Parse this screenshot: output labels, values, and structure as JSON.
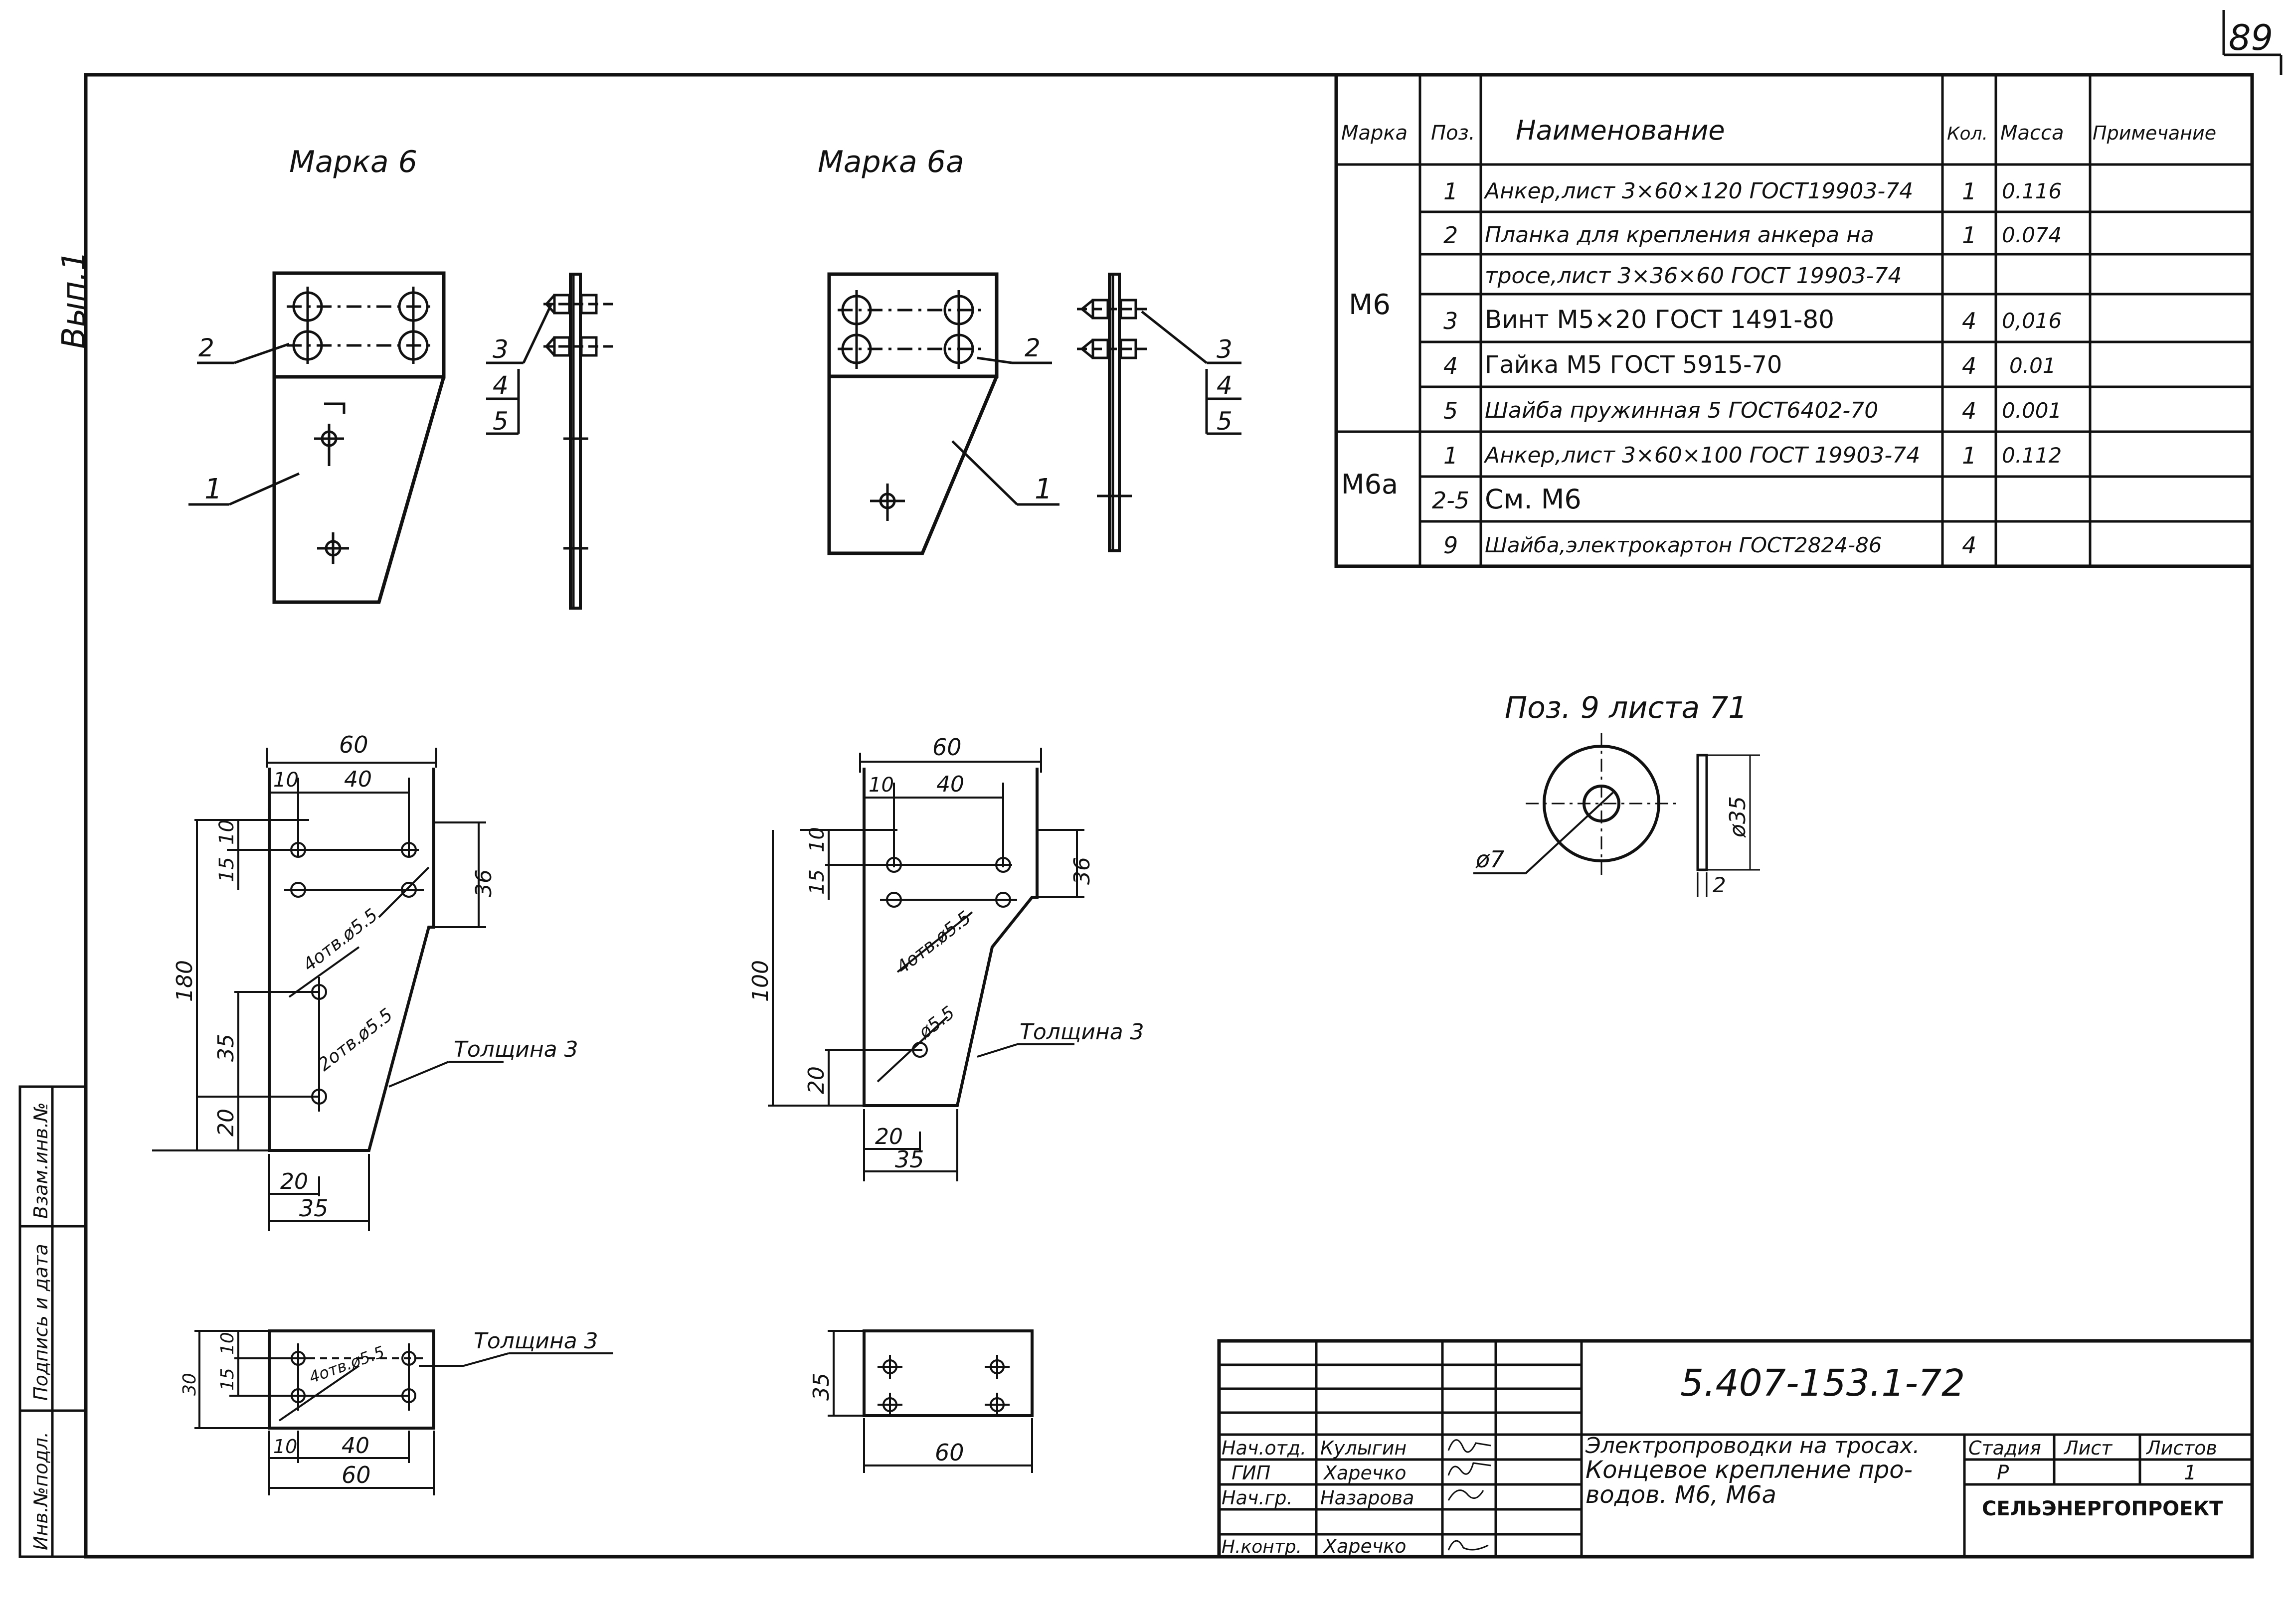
{
  "sheet": {
    "page_number": "89",
    "side_label": "Вып.1",
    "side_stamp": [
      "Инв.№подл.",
      "Подпись и дата",
      "Взам.инв.№"
    ]
  },
  "marks": {
    "m6_title": "Марка 6",
    "m6a_title": "Марка 6а",
    "thickness": "Толщина 3",
    "callouts": {
      "p1": "1",
      "p2": "2",
      "p3": "3",
      "p4": "4",
      "p5": "5"
    }
  },
  "dims": {
    "w60": "60",
    "d10": "10",
    "d40": "40",
    "d15": "15",
    "d36": "36",
    "h180": "180",
    "h100": "100",
    "d35": "35",
    "d20": "20",
    "d30": "30",
    "holes4": "4отв.ø5.5",
    "holes2": "2отв.ø5.5",
    "hole1": "ø5.5"
  },
  "pos9": {
    "title": "Поз. 9 листа 71",
    "d_outer": "ø35",
    "d_inner": "ø7",
    "thickness": "2"
  },
  "spec": {
    "headers": [
      "Марка",
      "Поз.",
      "Наименование",
      "Кол.",
      "Масса",
      "Примечание"
    ],
    "groups": [
      {
        "mark": "М6",
        "rows": [
          {
            "pos": "1",
            "name": "Анкер,лист 3×60×120 ГОСТ19903-74",
            "qty": "1",
            "mass": "0.116"
          },
          {
            "pos": "2",
            "name": "Планка для крепления анкера на",
            "qty": "1",
            "mass": "0.074"
          },
          {
            "pos": "",
            "name": "тросе,лист 3×36×60 ГОСТ 19903-74",
            "qty": "",
            "mass": ""
          },
          {
            "pos": "3",
            "name": "Винт М5×20 ГОСТ 1491-80",
            "qty": "4",
            "mass": "0,016"
          },
          {
            "pos": "4",
            "name": "Гайка М5 ГОСТ 5915-70",
            "qty": "4",
            "mass": "0.01"
          },
          {
            "pos": "5",
            "name": "Шайба пружинная 5 ГОСТ6402-70",
            "qty": "4",
            "mass": "0.001"
          }
        ]
      },
      {
        "mark": "М6а",
        "rows": [
          {
            "pos": "1",
            "name": "Анкер,лист 3×60×100 ГОСТ 19903-74",
            "qty": "1",
            "mass": "0.112"
          },
          {
            "pos": "2-5",
            "name": "См. М6",
            "qty": "",
            "mass": ""
          },
          {
            "pos": "9",
            "name": "Шайба,электрокартон ГОСТ2824-86",
            "qty": "4",
            "mass": ""
          }
        ]
      }
    ]
  },
  "title_block": {
    "code": "5.407-153.1-72",
    "description": [
      "Электропроводки на тросах.",
      "Концевое крепление про-",
      "водов. М6, М6а"
    ],
    "roles": [
      {
        "role": "Нач.отд.",
        "name": "Кулыгин"
      },
      {
        "role": "ГИП",
        "name": "Харечко"
      },
      {
        "role": "Нач.гр.",
        "name": "Назарова"
      },
      {
        "role": "Н.контр.",
        "name": "Харечко"
      }
    ],
    "stage_label": "Стадия",
    "sheet_label": "Лист",
    "sheets_label": "Листов",
    "stage": "Р",
    "sheets": "1",
    "org": "СЕЛЬЭНЕРГОПРОЕКТ"
  }
}
